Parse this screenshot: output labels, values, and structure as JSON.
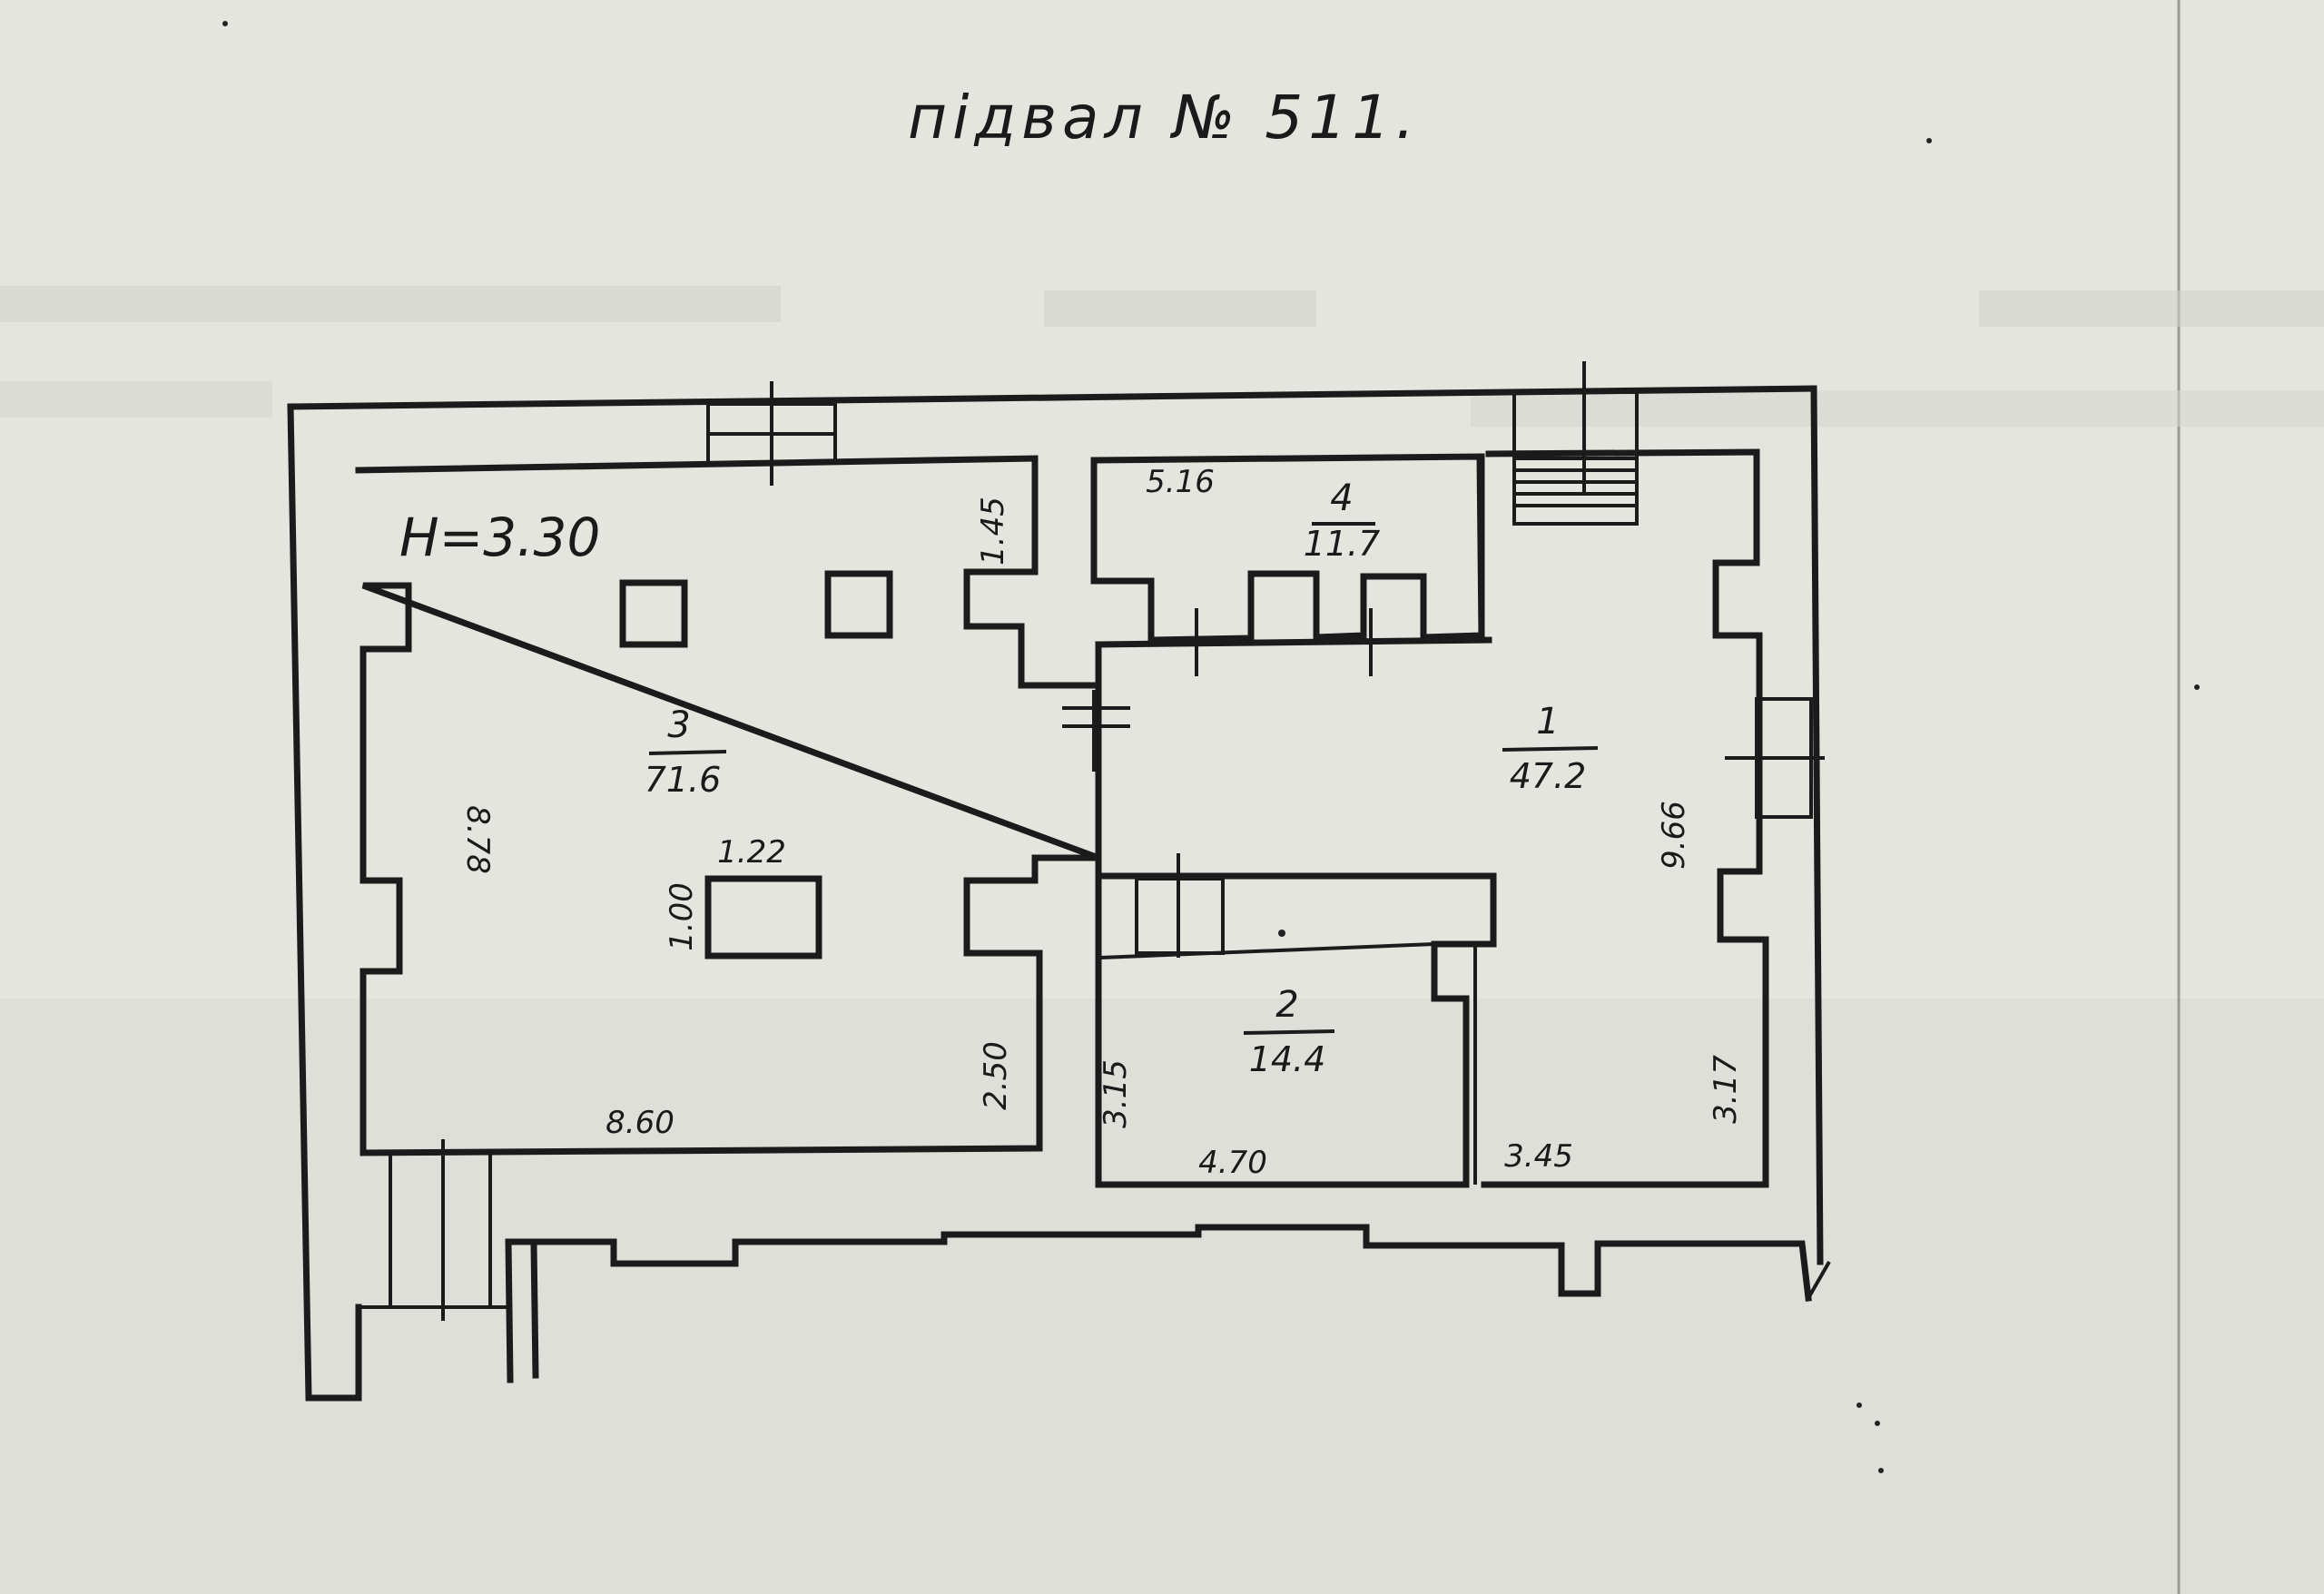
{
  "title": "підвал № 511.",
  "ceiling_height": "H=3.30",
  "rooms": [
    {
      "number": "1",
      "area": "47.2"
    },
    {
      "number": "2",
      "area": "14.4"
    },
    {
      "number": "3",
      "area": "71.6"
    },
    {
      "number": "4",
      "area": "11.7"
    }
  ],
  "dimensions": {
    "room4_width": "5.16",
    "room3_wall_top_right": "1.45",
    "room3_length": "8.78",
    "room3_width": "8.60",
    "room3_wall_bottom_right": "2.50",
    "column_width": "1.22",
    "column_depth": "1.00",
    "room1_length": "9.66",
    "room1_wall": "3.17",
    "room1_width": "3.45",
    "room2_depth": "3.15",
    "room2_width": "4.70"
  }
}
